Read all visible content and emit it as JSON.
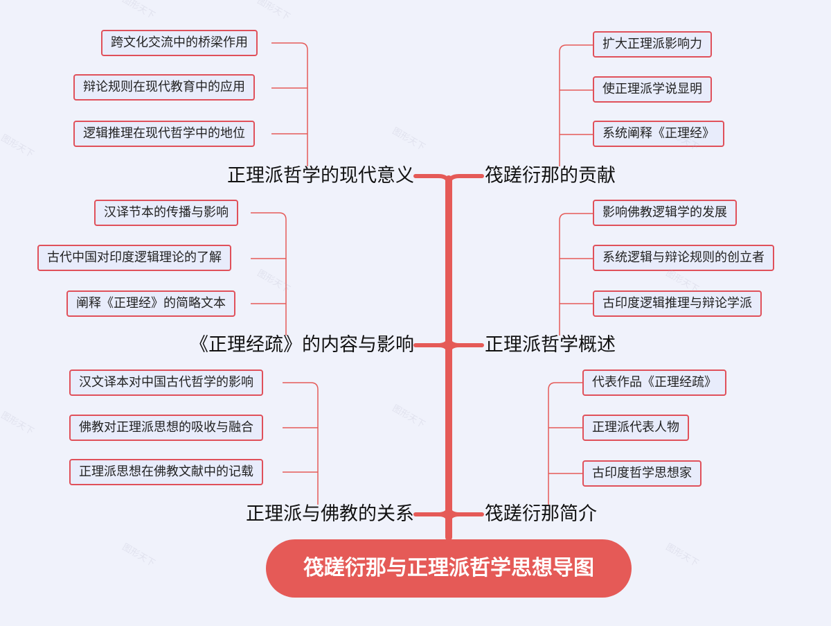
{
  "root": {
    "label": "筏蹉衍那与正理派哲学思想导图"
  },
  "branches": [
    {
      "label": "正理派哲学的现代意义",
      "children": [
        "跨文化交流中的桥梁作用",
        "辩论规则在现代教育中的应用",
        "逻辑推理在现代哲学中的地位"
      ]
    },
    {
      "label": "筏蹉衍那的贡献",
      "children": [
        "扩大正理派影响力",
        "使正理派学说显明",
        "系统阐释《正理经》"
      ]
    },
    {
      "label": "《正理经疏》的内容与影响",
      "children": [
        "汉译节本的传播与影响",
        "古代中国对印度逻辑理论的了解",
        "阐释《正理经》的简略文本"
      ]
    },
    {
      "label": "正理派哲学概述",
      "children": [
        "影响佛教逻辑学的发展",
        "系统逻辑与辩论规则的创立者",
        "古印度逻辑推理与辩论学派"
      ]
    },
    {
      "label": "正理派与佛教的关系",
      "children": [
        "汉文译本对中国古代哲学的影响",
        "佛教对正理派思想的吸收与融合",
        "正理派思想在佛教文献中的记载"
      ]
    },
    {
      "label": "筏蹉衍那简介",
      "children": [
        "代表作品《正理经疏》",
        "正理派代表人物",
        "古印度哲学思想家"
      ]
    }
  ],
  "watermark": "图形天下",
  "colors": {
    "line": "#e55a57",
    "leaf_border": "#e0505a",
    "leaf_bg": "#e8ecfb",
    "background": "#f0f2fb"
  }
}
